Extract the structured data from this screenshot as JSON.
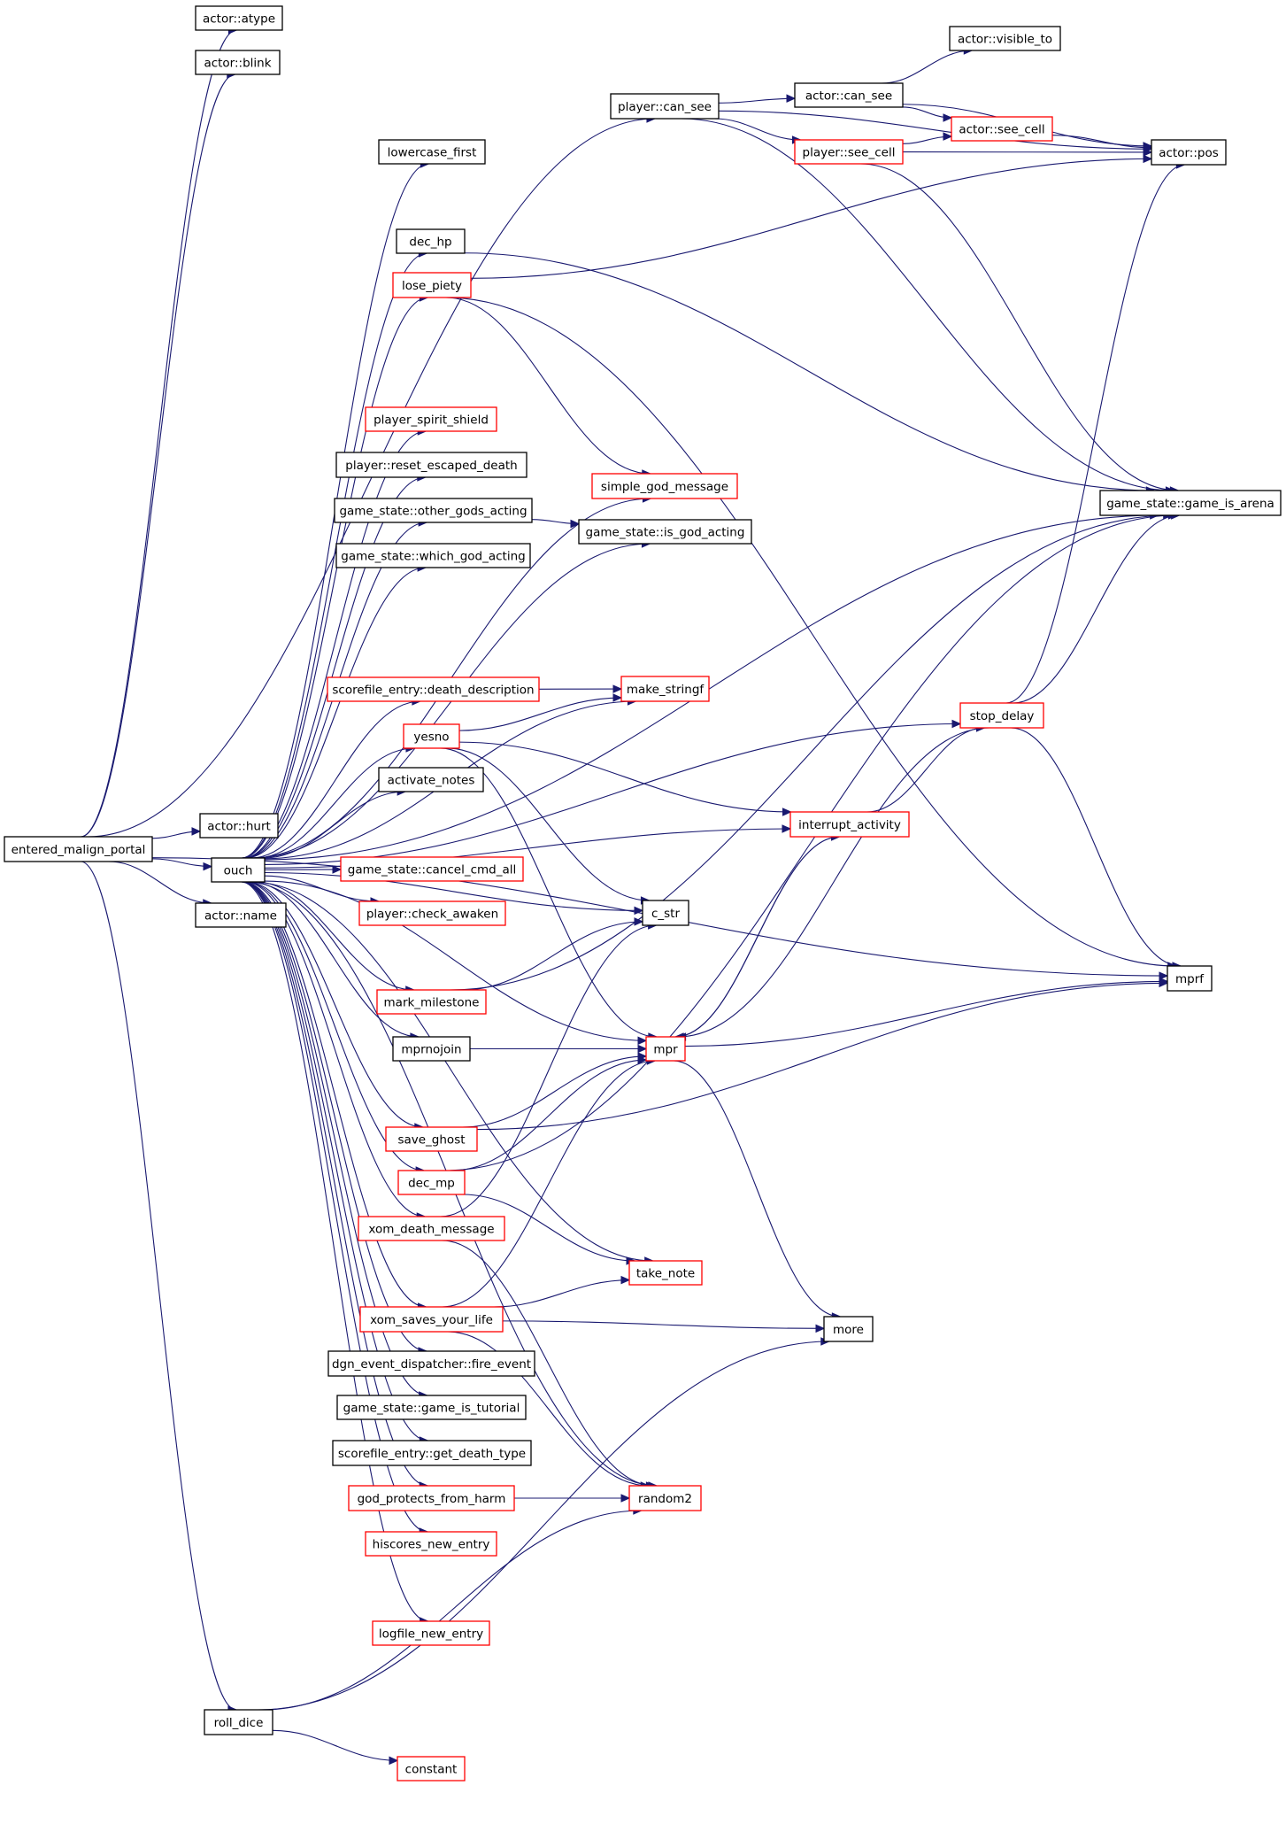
{
  "colors": {
    "edge": "#191970",
    "border_default": "#000000",
    "border_highlight": "#ff0000",
    "root_fill": "#bfbfbf"
  },
  "nodes": [
    {
      "id": "entered_malign_portal",
      "label": "entered_malign_portal",
      "style": "root"
    },
    {
      "id": "atype",
      "label": "actor::atype",
      "style": "black"
    },
    {
      "id": "blink",
      "label": "actor::blink",
      "style": "black"
    },
    {
      "id": "hurt",
      "label": "actor::hurt",
      "style": "black"
    },
    {
      "id": "ouch",
      "label": "ouch",
      "style": "black"
    },
    {
      "id": "actor_name",
      "label": "actor::name",
      "style": "black"
    },
    {
      "id": "roll_dice",
      "label": "roll_dice",
      "style": "black"
    },
    {
      "id": "lowercase_first",
      "label": "lowercase_first",
      "style": "black"
    },
    {
      "id": "dec_hp",
      "label": "dec_hp",
      "style": "black"
    },
    {
      "id": "lose_piety",
      "label": "lose_piety",
      "style": "red"
    },
    {
      "id": "player_spirit_shield",
      "label": "player_spirit_shield",
      "style": "red"
    },
    {
      "id": "reset_escaped_death",
      "label": "player::reset_escaped_death",
      "style": "black"
    },
    {
      "id": "other_gods_acting",
      "label": "game_state::other_gods_acting",
      "style": "black"
    },
    {
      "id": "which_god_acting",
      "label": "game_state::which_god_acting",
      "style": "black"
    },
    {
      "id": "death_description",
      "label": "scorefile_entry::death_description",
      "style": "red"
    },
    {
      "id": "yesno",
      "label": "yesno",
      "style": "red"
    },
    {
      "id": "activate_notes",
      "label": "activate_notes",
      "style": "black"
    },
    {
      "id": "cancel_cmd_all",
      "label": "game_state::cancel_cmd_all",
      "style": "red"
    },
    {
      "id": "check_awaken",
      "label": "player::check_awaken",
      "style": "red"
    },
    {
      "id": "mark_milestone",
      "label": "mark_milestone",
      "style": "red"
    },
    {
      "id": "mprnojoin",
      "label": "mprnojoin",
      "style": "black"
    },
    {
      "id": "save_ghost",
      "label": "save_ghost",
      "style": "red"
    },
    {
      "id": "dec_mp",
      "label": "dec_mp",
      "style": "red"
    },
    {
      "id": "xom_death_message",
      "label": "xom_death_message",
      "style": "red"
    },
    {
      "id": "xom_saves_your_life",
      "label": "xom_saves_your_life",
      "style": "red"
    },
    {
      "id": "fire_event",
      "label": "dgn_event_dispatcher::fire_event",
      "style": "black"
    },
    {
      "id": "game_is_tutorial",
      "label": "game_state::game_is_tutorial",
      "style": "black"
    },
    {
      "id": "get_death_type",
      "label": "scorefile_entry::get_death_type",
      "style": "black"
    },
    {
      "id": "god_protects_from_harm",
      "label": "god_protects_from_harm",
      "style": "red"
    },
    {
      "id": "hiscores_new_entry",
      "label": "hiscores_new_entry",
      "style": "red"
    },
    {
      "id": "logfile_new_entry",
      "label": "logfile_new_entry",
      "style": "red"
    },
    {
      "id": "constant",
      "label": "constant",
      "style": "red"
    },
    {
      "id": "player_can_see",
      "label": "player::can_see",
      "style": "black"
    },
    {
      "id": "simple_god_message",
      "label": "simple_god_message",
      "style": "red"
    },
    {
      "id": "is_god_acting",
      "label": "game_state::is_god_acting",
      "style": "black"
    },
    {
      "id": "make_stringf",
      "label": "make_stringf",
      "style": "red"
    },
    {
      "id": "c_str",
      "label": "c_str",
      "style": "black"
    },
    {
      "id": "mpr",
      "label": "mpr",
      "style": "red"
    },
    {
      "id": "take_note",
      "label": "take_note",
      "style": "red"
    },
    {
      "id": "random2",
      "label": "random2",
      "style": "red"
    },
    {
      "id": "actor_can_see",
      "label": "actor::can_see",
      "style": "black"
    },
    {
      "id": "player_see_cell",
      "label": "player::see_cell",
      "style": "red"
    },
    {
      "id": "actor_visible_to",
      "label": "actor::visible_to",
      "style": "black"
    },
    {
      "id": "actor_see_cell",
      "label": "actor::see_cell",
      "style": "red"
    },
    {
      "id": "interrupt_activity",
      "label": "interrupt_activity",
      "style": "red"
    },
    {
      "id": "stop_delay",
      "label": "stop_delay",
      "style": "red"
    },
    {
      "id": "more",
      "label": "more",
      "style": "black"
    },
    {
      "id": "actor_pos",
      "label": "actor::pos",
      "style": "black"
    },
    {
      "id": "game_is_arena",
      "label": "game_state::game_is_arena",
      "style": "black"
    },
    {
      "id": "mprf",
      "label": "mprf",
      "style": "black"
    }
  ],
  "edges": [
    [
      "entered_malign_portal",
      "atype"
    ],
    [
      "entered_malign_portal",
      "blink"
    ],
    [
      "entered_malign_portal",
      "player_can_see"
    ],
    [
      "entered_malign_portal",
      "hurt"
    ],
    [
      "entered_malign_portal",
      "ouch"
    ],
    [
      "entered_malign_portal",
      "actor_name"
    ],
    [
      "entered_malign_portal",
      "roll_dice"
    ],
    [
      "entered_malign_portal",
      "mprf"
    ],
    [
      "ouch",
      "lowercase_first"
    ],
    [
      "ouch",
      "dec_hp"
    ],
    [
      "ouch",
      "lose_piety"
    ],
    [
      "ouch",
      "player_spirit_shield"
    ],
    [
      "ouch",
      "reset_escaped_death"
    ],
    [
      "ouch",
      "other_gods_acting"
    ],
    [
      "ouch",
      "which_god_acting"
    ],
    [
      "ouch",
      "death_description"
    ],
    [
      "ouch",
      "yesno"
    ],
    [
      "ouch",
      "activate_notes"
    ],
    [
      "ouch",
      "cancel_cmd_all"
    ],
    [
      "ouch",
      "check_awaken"
    ],
    [
      "ouch",
      "mark_milestone"
    ],
    [
      "ouch",
      "mprnojoin"
    ],
    [
      "ouch",
      "save_ghost"
    ],
    [
      "ouch",
      "dec_mp"
    ],
    [
      "ouch",
      "xom_death_message"
    ],
    [
      "ouch",
      "xom_saves_your_life"
    ],
    [
      "ouch",
      "fire_event"
    ],
    [
      "ouch",
      "game_is_tutorial"
    ],
    [
      "ouch",
      "get_death_type"
    ],
    [
      "ouch",
      "god_protects_from_harm"
    ],
    [
      "ouch",
      "hiscores_new_entry"
    ],
    [
      "ouch",
      "logfile_new_entry"
    ],
    [
      "ouch",
      "game_is_arena"
    ],
    [
      "ouch",
      "simple_god_message"
    ],
    [
      "ouch",
      "is_god_acting"
    ],
    [
      "ouch",
      "make_stringf"
    ],
    [
      "ouch",
      "stop_delay"
    ],
    [
      "ouch",
      "interrupt_activity"
    ],
    [
      "ouch",
      "c_str"
    ],
    [
      "ouch",
      "mpr"
    ],
    [
      "ouch",
      "take_note"
    ],
    [
      "ouch",
      "random2"
    ],
    [
      "dec_hp",
      "game_is_arena"
    ],
    [
      "lose_piety",
      "actor_pos"
    ],
    [
      "lose_piety",
      "simple_god_message"
    ],
    [
      "lose_piety",
      "mprf"
    ],
    [
      "other_gods_acting",
      "is_god_acting"
    ],
    [
      "death_description",
      "make_stringf"
    ],
    [
      "yesno",
      "make_stringf"
    ],
    [
      "yesno",
      "interrupt_activity"
    ],
    [
      "yesno",
      "c_str"
    ],
    [
      "yesno",
      "mpr"
    ],
    [
      "mark_milestone",
      "c_str"
    ],
    [
      "mark_milestone",
      "game_is_arena"
    ],
    [
      "mprnojoin",
      "mpr"
    ],
    [
      "save_ghost",
      "mpr"
    ],
    [
      "save_ghost",
      "mprf"
    ],
    [
      "dec_mp",
      "mpr"
    ],
    [
      "dec_mp",
      "take_note"
    ],
    [
      "dec_mp",
      "game_is_arena"
    ],
    [
      "xom_death_message",
      "c_str"
    ],
    [
      "xom_death_message",
      "random2"
    ],
    [
      "xom_saves_your_life",
      "mpr"
    ],
    [
      "xom_saves_your_life",
      "take_note"
    ],
    [
      "xom_saves_your_life",
      "more"
    ],
    [
      "xom_saves_your_life",
      "random2"
    ],
    [
      "god_protects_from_harm",
      "random2"
    ],
    [
      "roll_dice",
      "constant"
    ],
    [
      "roll_dice",
      "random2"
    ],
    [
      "roll_dice",
      "more"
    ],
    [
      "player_can_see",
      "actor_can_see"
    ],
    [
      "player_can_see",
      "player_see_cell"
    ],
    [
      "player_can_see",
      "actor_pos"
    ],
    [
      "player_can_see",
      "game_is_arena"
    ],
    [
      "actor_can_see",
      "actor_visible_to"
    ],
    [
      "actor_can_see",
      "actor_see_cell"
    ],
    [
      "actor_can_see",
      "actor_pos"
    ],
    [
      "player_see_cell",
      "actor_see_cell"
    ],
    [
      "player_see_cell",
      "actor_pos"
    ],
    [
      "player_see_cell",
      "game_is_arena"
    ],
    [
      "actor_see_cell",
      "actor_pos"
    ],
    [
      "mpr",
      "interrupt_activity"
    ],
    [
      "mpr",
      "more"
    ],
    [
      "mpr",
      "mprf"
    ],
    [
      "interrupt_activity",
      "stop_delay"
    ],
    [
      "interrupt_activity",
      "mpr"
    ],
    [
      "stop_delay",
      "actor_pos"
    ],
    [
      "stop_delay",
      "game_is_arena"
    ],
    [
      "stop_delay",
      "mprf"
    ],
    [
      "stop_delay",
      "mpr"
    ]
  ]
}
